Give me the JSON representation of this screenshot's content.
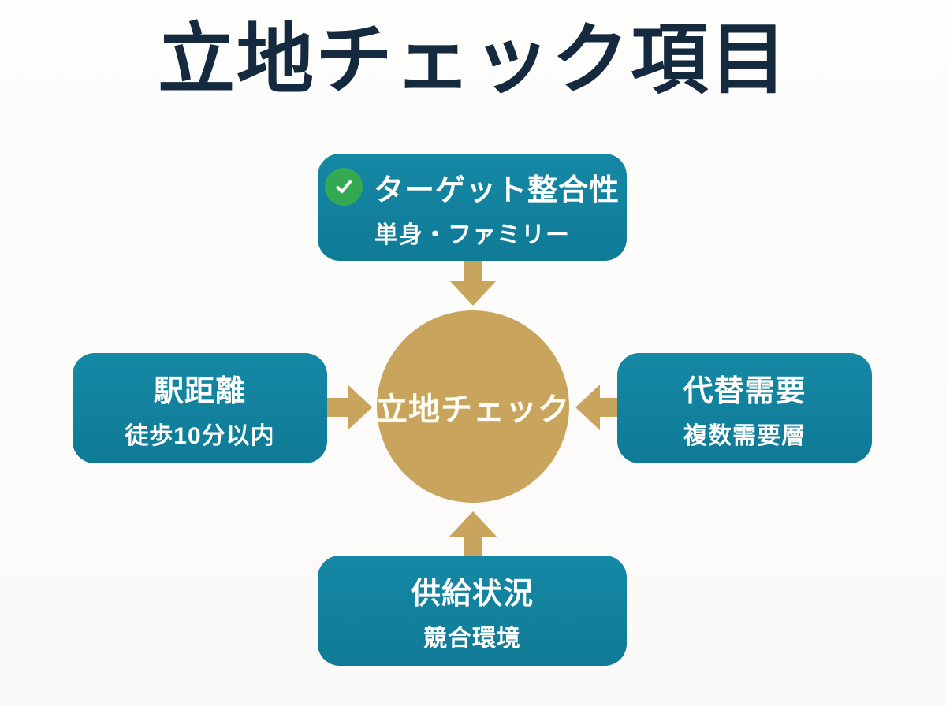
{
  "page": {
    "title": "立地チェック項目"
  },
  "center": {
    "label": "立地チェック"
  },
  "nodes": {
    "top": {
      "title": "ターゲット整合性",
      "subtitle": "単身・ファミリー",
      "icon": "check-circle-icon"
    },
    "left": {
      "title": "駅距離",
      "subtitle": "徒歩10分以内"
    },
    "right": {
      "title": "代替需要",
      "subtitle": "複数需要層"
    },
    "bottom": {
      "title": "供給状況",
      "subtitle": "競合環境"
    }
  },
  "icons": {
    "arrows": [
      "arrow-down-icon",
      "arrow-up-icon",
      "arrow-right-icon",
      "arrow-left-icon"
    ]
  },
  "colors": {
    "background": "#fcfbfa",
    "title_navy": "#15293f",
    "node_teal": "#12809c",
    "arrow_gold": "#c9a45c",
    "circle_gold": "#c9a45c",
    "check_green": "#35a952",
    "text_white": "#ffffff"
  }
}
